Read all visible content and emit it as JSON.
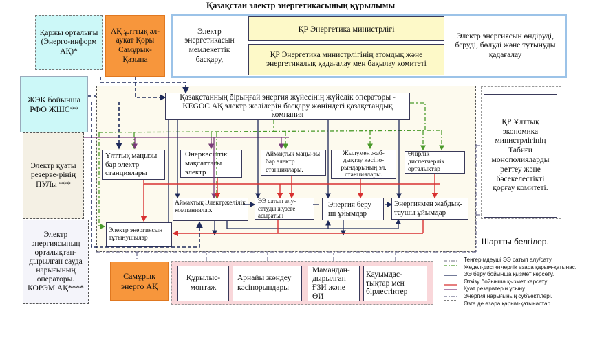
{
  "title": "Қазақстан электр энергетикасының құрылымы",
  "top_boxes": {
    "finance_center": "Қаржы орталығы (Энерго-информ АҚ)*",
    "samruk_kazyna": "АҚ ұлттық әл-ауқат Қоры Самұрық-Қазына",
    "state_management": "Электр энергетикасын мемлекеттік басқару,",
    "ministry": "ҚР Энергетика министрлігі",
    "atomic_committee": "ҚР Энергетика министрлігінің атомдық және энергетикалық қадағалау мен бақылау комитеті",
    "supervision": "Электр энергиясын өндіруді, беруді, бөлуді және тұтынуды қадағалау"
  },
  "left_boxes": {
    "rfo": "ЖЭК бойынша РФО ЖШС**",
    "reserve_pool": "Электр қуаты резерве-рінің ПУЛы ***",
    "korem": "Электр энергиясының орталықтан-дырылған сауда нарығының операторы. КОРЭМ АҚ****"
  },
  "kegoc": "Қазақстанның бірыңғай энергия жүйесінің жүйелік операторы - KEGOC АҚ электр желілерін басқару жөніндегі қазақстандық компания",
  "stations": [
    "Ұлттық маңызы бар электр станциялары",
    "Өнеркәсіптік мақсаттағы электр",
    "Аймақтық маңы-зы бар электр станциялары.",
    "Жылумен жаб-дықтау кәсіпо-рындарының эл. станциялары.",
    "Өңірлік диспетчерлік орталықтар"
  ],
  "middle_boxes": {
    "regional_grid": "Аймақтық Электржелілік компаниялар.",
    "ee_trading": "ЭЭ сатып алу-сатуды жүзеге асыратын",
    "energy_transmit": "Энергия беру-ші ұйымдар",
    "energy_supply": "Энергиямен жабдық-таушы ұйымдар",
    "consumers": "Электр энергиясын тұтынушылар"
  },
  "right_box": "ҚР Ұлттық экономика министрлігінің Табиғи монополияларды реттеу және бәсекелестікті қорғау комитеті.",
  "bottom_boxes": {
    "samruk_energo": "Самұрық энерго АҚ",
    "items": [
      "Құрылыс-монтаж",
      "Арнайы жөндеу кәсіпорындары",
      "Мамандан-дырылған ҒЗИ және ӨИ",
      "Қауымдас-тықтар мен бірлестіктер"
    ]
  },
  "legend": {
    "title": "Шартты белгілер.",
    "items": [
      {
        "label": "Теңгерімдеуші ЭЭ сатып алу/сату",
        "color": "#8a8a9a",
        "style": "dash-dot"
      },
      {
        "label": "Жедел-диспетчерлік өзара қарым-қатынас.",
        "color": "#4a9a2a",
        "style": "dash-dot"
      },
      {
        "label": "ЭЭ беру бойынша қызмет көрсету.",
        "color": "#1e2a5a",
        "style": "solid"
      },
      {
        "label": "Өткізу бойынша қызмет көрсету.",
        "color": "#d83030",
        "style": "solid"
      },
      {
        "label": "Қуат резервтерін ұсыну.",
        "color": "#7a3a7a",
        "style": "solid"
      },
      {
        "label": "Энергия нарығының субъектілері.",
        "color": "#6a6a8a",
        "style": "dash-dot"
      },
      {
        "label": "Өзге де өзара қарым-қатынастар",
        "color": "#333333",
        "style": "dashed"
      }
    ]
  },
  "colors": {
    "cyan": "#ccf8f8",
    "orange": "#f7963c",
    "yellow": "#fdf9c8",
    "main_area": "#fdfaee",
    "pink": "#f9d7da",
    "ministry_border": "#9cc3e8",
    "red_line": "#d83030",
    "green_line": "#4a9a2a",
    "navy_line": "#1e2a5a",
    "purple_line": "#7a3a7a"
  }
}
